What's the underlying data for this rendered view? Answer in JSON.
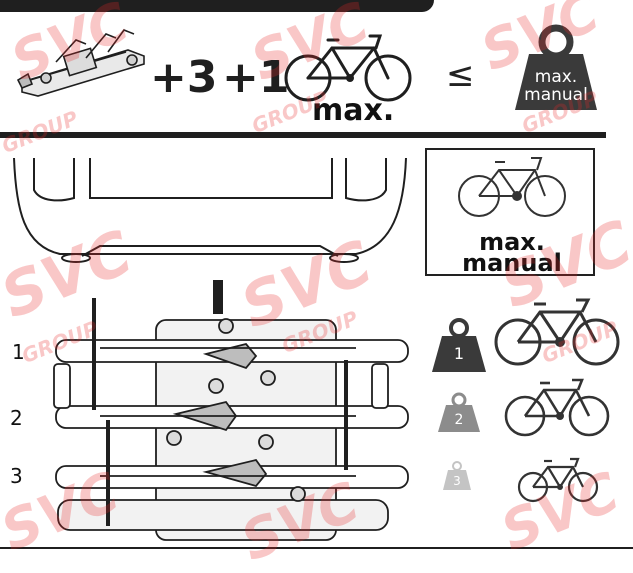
{
  "header": {
    "plus_three": "+3",
    "plus_one": "+1",
    "max_label": "max.",
    "leq_symbol": "≤",
    "weight_top_label": "max.",
    "weight_bottom_label": "manual"
  },
  "max_box": {
    "line1": "max.",
    "line2": "manual"
  },
  "rows": [
    {
      "number": "1",
      "weight_label": "1"
    },
    {
      "number": "2",
      "weight_label": "2"
    },
    {
      "number": "3",
      "weight_label": "3"
    }
  ],
  "watermark": {
    "brand": "SVC",
    "sub": "GROUP"
  },
  "colors": {
    "ink": "#1f1f1f",
    "watermark": "#e62828",
    "weight_heavy": "#3a3a3a",
    "weight_mid": "#8c8c8c",
    "weight_light": "#c4c4c4"
  }
}
